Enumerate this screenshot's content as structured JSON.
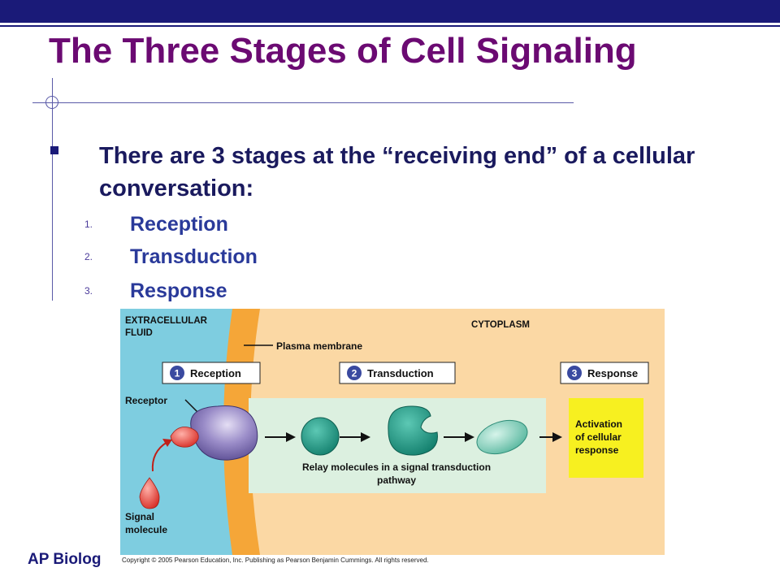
{
  "slide": {
    "title": "The Three Stages of Cell Signaling",
    "bullet": "There are 3 stages at the “receiving end” of a cellular conversation:",
    "stages": [
      {
        "number": "1.",
        "label": "Reception"
      },
      {
        "number": "2.",
        "label": "Transduction"
      },
      {
        "number": "3.",
        "label": "Response"
      }
    ],
    "footer": "AP Biolog"
  },
  "figure": {
    "extracellular_label_line1": "EXTRACELLULAR",
    "extracellular_label_line2": "FLUID",
    "cytoplasm_label": "CYTOPLASM",
    "plasma_membrane_label": "Plasma membrane",
    "stage_boxes": [
      {
        "number": "1",
        "label": "Reception"
      },
      {
        "number": "2",
        "label": "Transduction"
      },
      {
        "number": "3",
        "label": "Response"
      }
    ],
    "receptor_label": "Receptor",
    "signal_label_line1": "Signal",
    "signal_label_line2": "molecule",
    "relay_caption_line1": "Relay molecules in a signal transduction",
    "relay_caption_line2": "pathway",
    "activation_line1": "Activation",
    "activation_line2": "of cellular",
    "activation_line3": "response",
    "copyright": "Copyright © 2005 Pearson Education, Inc. Publishing as Pearson Benjamin Cummings. All rights reserved."
  },
  "colors": {
    "title": "#6b0a72",
    "bullet_text": "#1a1a5e",
    "stage_text": "#2a3a9a",
    "top_bar": "#1a1a78",
    "extracellular_fluid": "#7ecde0",
    "membrane": "#f5a638",
    "cytoplasm": "#fbd8a4",
    "relay_panel": "#dcf0e0",
    "activation_box": "#f7f020",
    "receptor": "#8a7cc0",
    "signal_molecule": "#e8453c",
    "relay_molecule": "#1c9a86",
    "stage_badge": "#3a4aa0"
  }
}
